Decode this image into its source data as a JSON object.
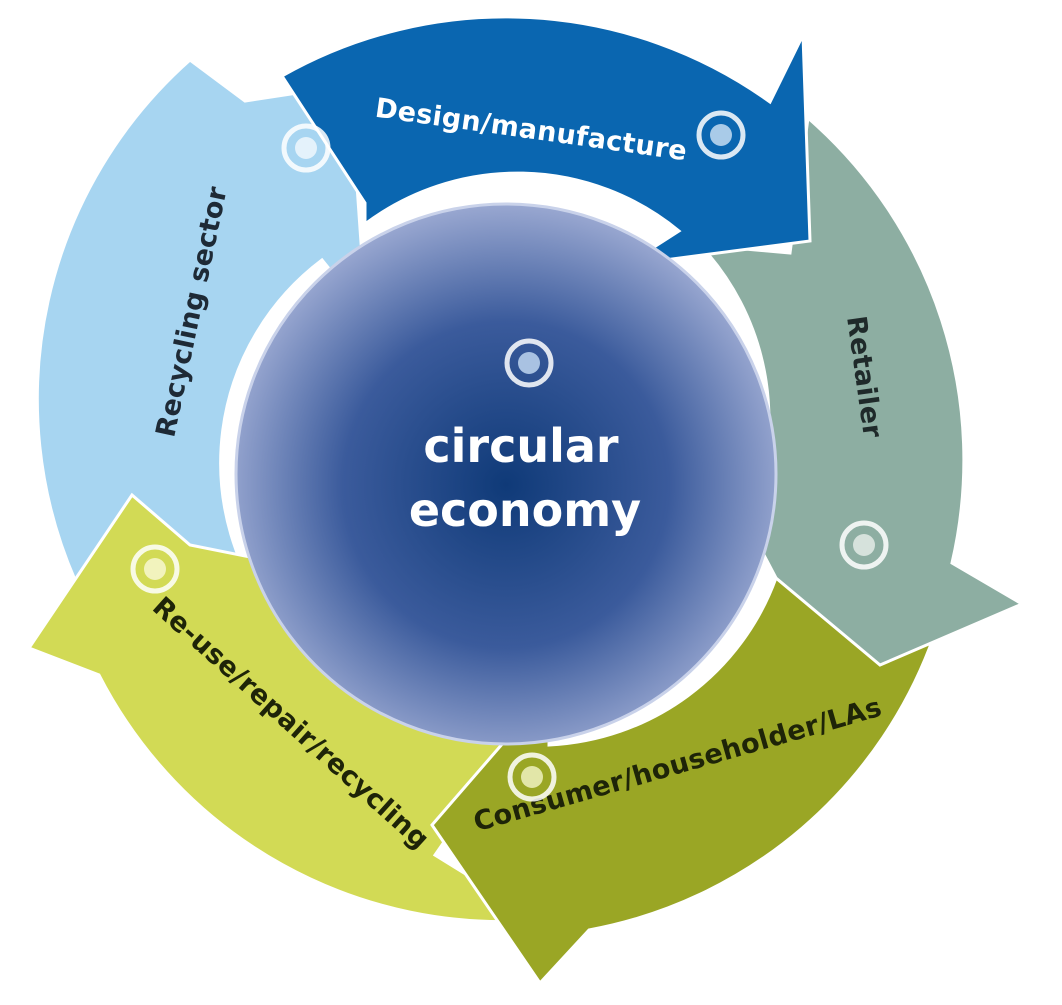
{
  "center": {
    "line1": "circular",
    "line2": "economy"
  },
  "segments": [
    {
      "id": "design",
      "label": "Design/manufacture",
      "fill": "#0a66b0",
      "text_color": "#ffffff",
      "icon_fill": "#a9cbe8"
    },
    {
      "id": "retailer",
      "label": "Retailer",
      "fill": "#8daea2",
      "text_color": "#1f2a2a",
      "icon_fill": "#d6e2dc"
    },
    {
      "id": "consumer",
      "label": "Consumer/householder/LAs",
      "fill": "#9aa625",
      "text_color": "#1e2408",
      "icon_fill": "#e2e6a8"
    },
    {
      "id": "reuse",
      "label": "Re-use/repair/recycling",
      "fill": "#d2da55",
      "text_color": "#1e2408",
      "icon_fill": "#f2f3bd"
    },
    {
      "id": "recycling",
      "label": "Recycling sector",
      "fill": "#a7d5f1",
      "text_color": "#1e2a36",
      "icon_fill": "#e4f2fb"
    }
  ],
  "colors": {
    "center_inner": "#0f3a78",
    "center_outer": "#a6b2d8"
  }
}
